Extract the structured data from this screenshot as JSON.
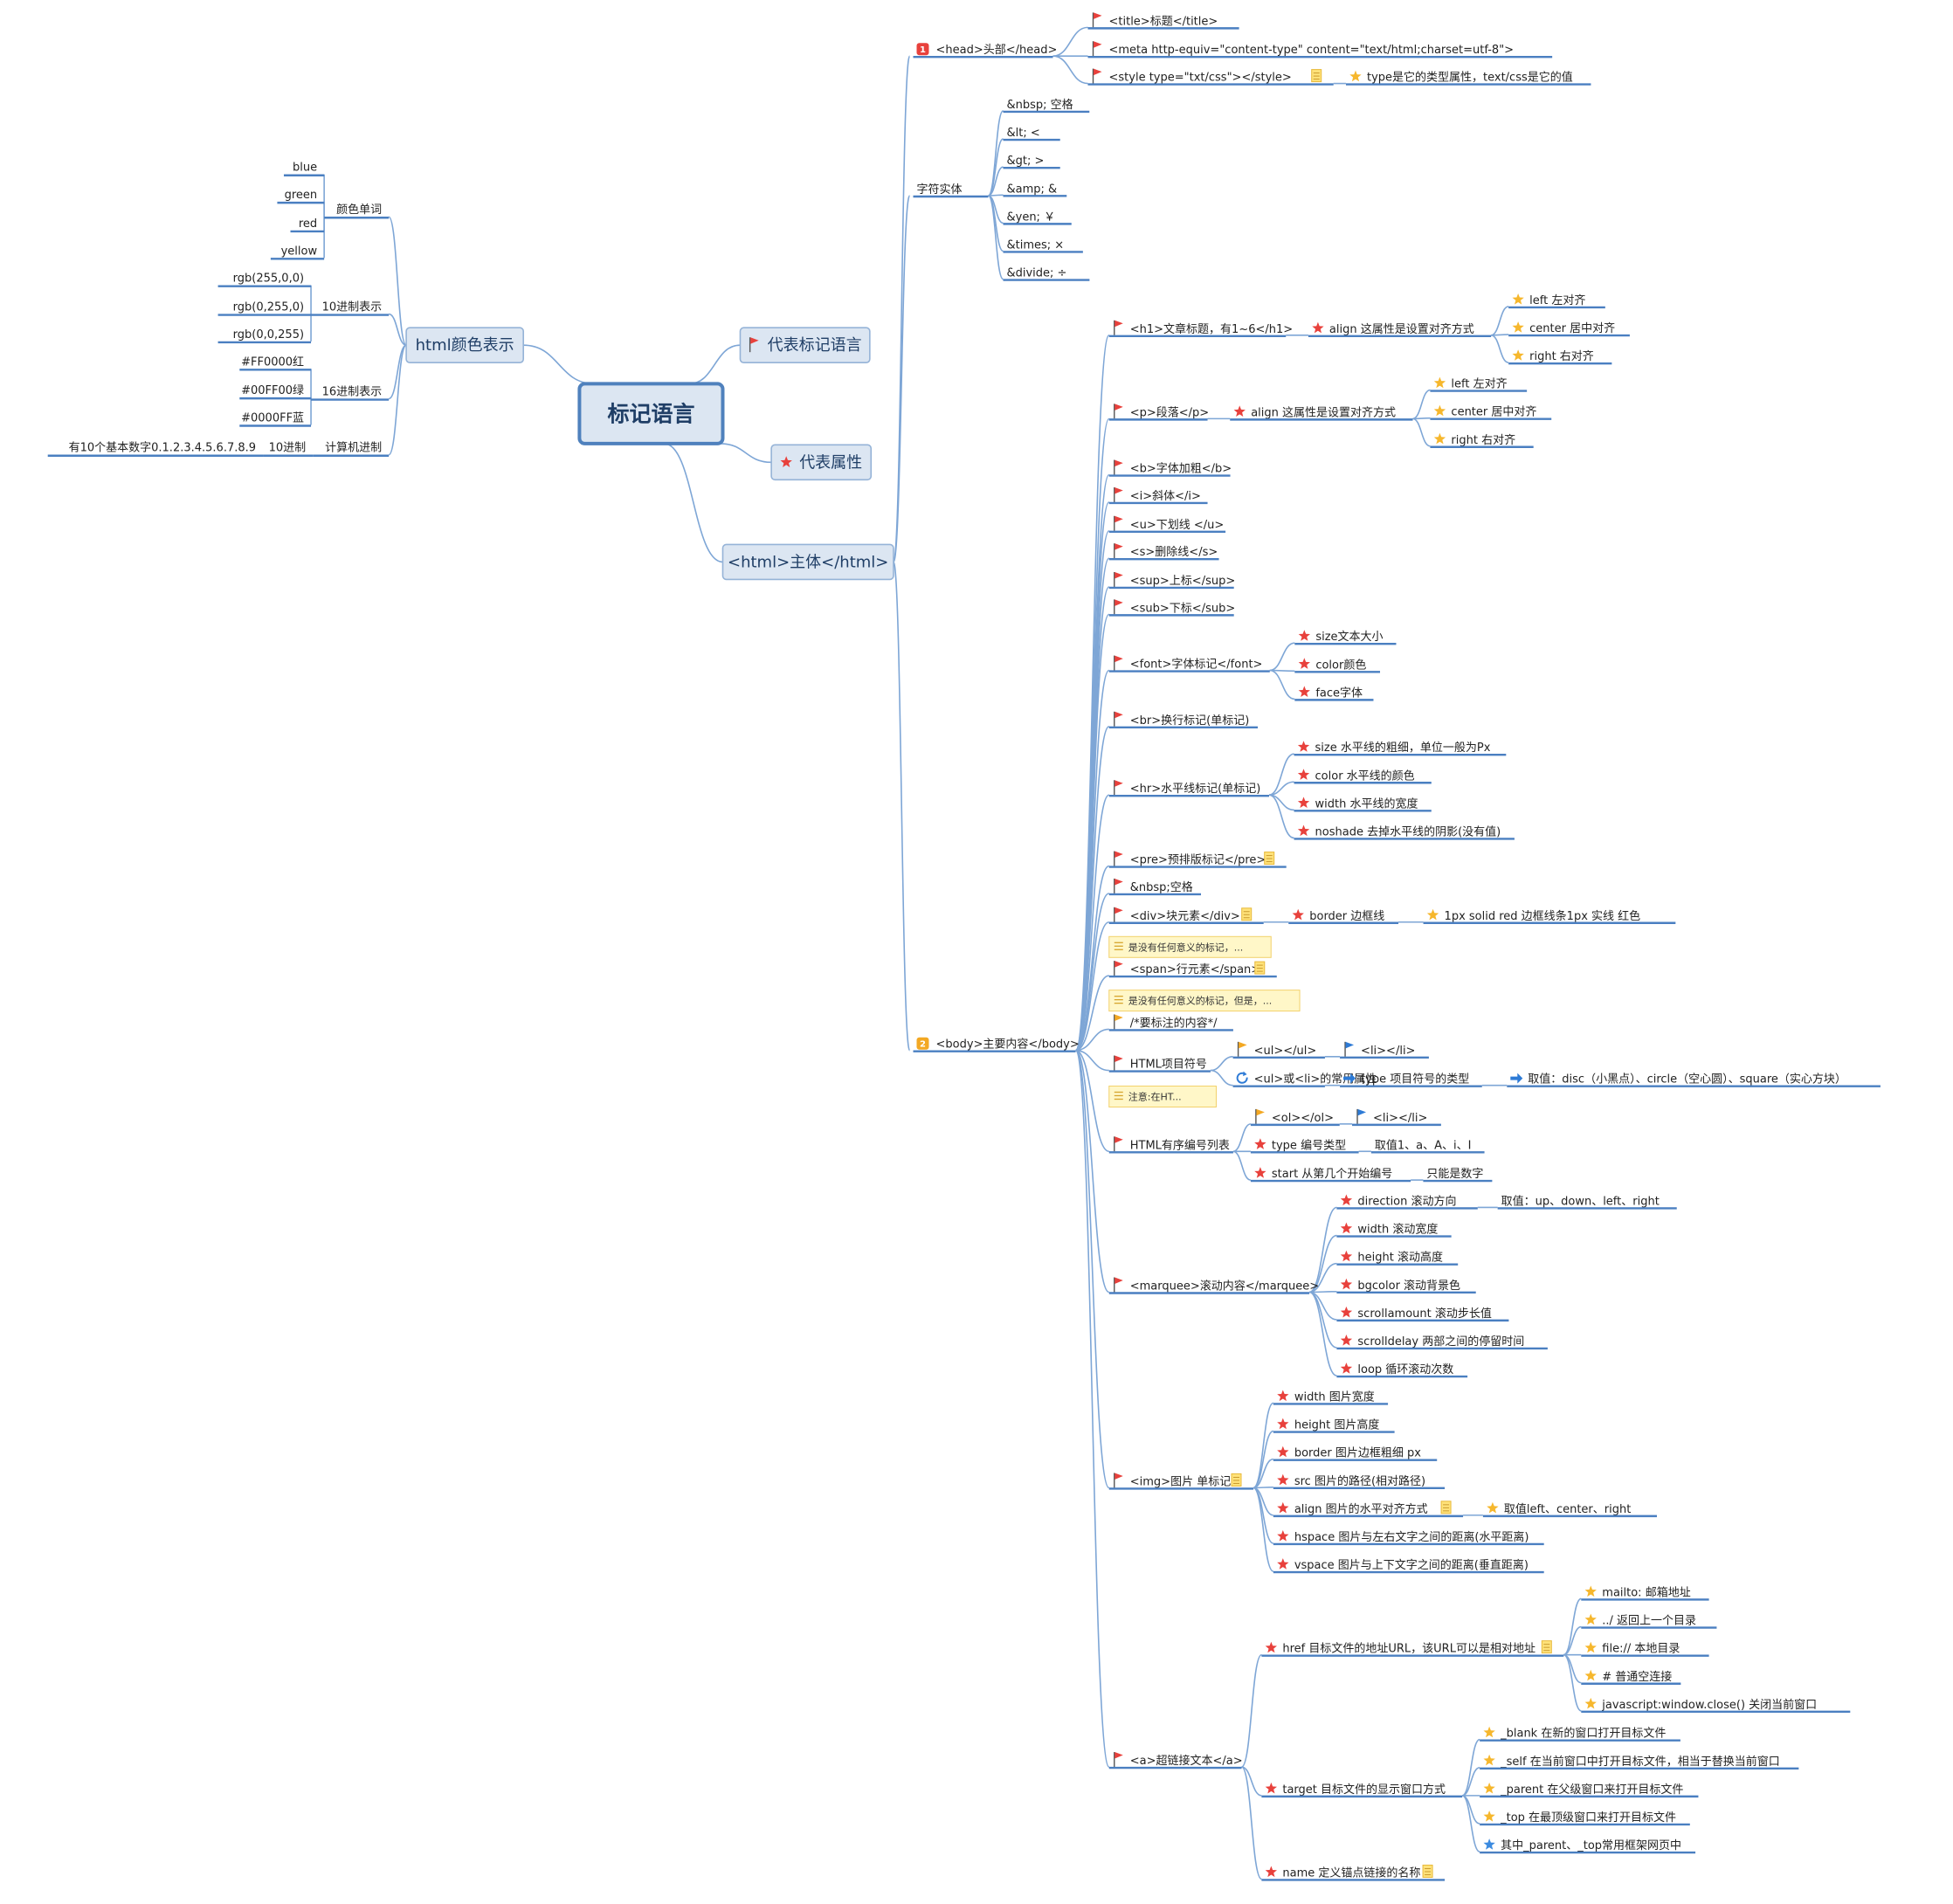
{
  "colors": {
    "line": "#7EA6D6",
    "underline": "#4A7FC1",
    "root_fill": "#DCE6F2",
    "root_border": "#4F81BD",
    "l1_fill": "#DCE6F2",
    "l1_border": "#95B3D7",
    "flag_red": "#E8413C",
    "flag_orange": "#F3A823",
    "flag_blue": "#2E7BD6",
    "star_red": "#E8413C",
    "star_orange": "#F6B72D",
    "star_blue": "#3C8BE0",
    "arrow_blue": "#2E7BD6",
    "note_fill": "#FFF7C8",
    "note_border": "#F2D16B",
    "badge1": "#E8413C",
    "badge2": "#F3A823"
  },
  "root": {
    "label": "标记语言"
  },
  "main_topics": [
    {
      "id": "t-flag",
      "label": "代表标记语言",
      "marker": "flag-red"
    },
    {
      "id": "t-star",
      "label": "代表属性",
      "marker": "star-red"
    },
    {
      "id": "t-html",
      "label": "<html>主体</html>"
    },
    {
      "id": "t-color",
      "label": "html颜色表示"
    }
  ],
  "color_branch": [
    {
      "label": "颜色单词",
      "children": [
        "blue",
        "green",
        "red",
        "yellow"
      ]
    },
    {
      "label": "10进制表示",
      "children": [
        "rgb(255,0,0)",
        "rgb(0,255,0)",
        "rgb(0,0,255)"
      ]
    },
    {
      "label": "16进制表示",
      "children": [
        "#FF0000红",
        "#00FF00绿",
        "#0000FF蓝"
      ]
    },
    {
      "label": "计算机进制",
      "children": [
        "10进制"
      ],
      "grandchild": "有10个基本数字0.1.2.3.4.5.6.7.8.9"
    }
  ],
  "head": {
    "badge": "1",
    "label": "<head>头部</head>",
    "children": [
      {
        "label": "<title>标题</title>",
        "marker": "flag-red"
      },
      {
        "label": "<meta http-equiv=\"content-type\" content=\"text/html;charset=utf-8\">",
        "marker": "flag-red"
      },
      {
        "label": "<style type=\"txt/css\"></style>",
        "marker": "flag-red",
        "note_icon": true,
        "child": {
          "label": "type是它的类型属性，text/css是它的值",
          "marker": "star-orange"
        }
      }
    ]
  },
  "entities": {
    "label": "字符实体",
    "children": [
      "&nbsp; 空格",
      "&lt; <",
      "&gt; >",
      "&amp; &",
      "&yen; ￥",
      "&times; ×",
      "&divide; ÷"
    ]
  },
  "body": {
    "badge": "2",
    "label": "<body>主要内容</body>",
    "children": [
      {
        "label": "<h1>文章标题，有1~6</h1>",
        "marker": "flag-red",
        "attr": "align 这属性是设置对齐方式",
        "values": [
          "left 左对齐",
          "center 居中对齐",
          "right 右对齐"
        ]
      },
      {
        "label": "<p>段落</p>",
        "marker": "flag-red",
        "attr": "align 这属性是设置对齐方式",
        "values": [
          "left 左对齐",
          "center 居中对齐",
          "right 右对齐"
        ]
      },
      {
        "label": "<b>字体加粗</b>",
        "marker": "flag-red"
      },
      {
        "label": "<i>斜体</i>",
        "marker": "flag-red"
      },
      {
        "label": "<u>下划线 </u>",
        "marker": "flag-red"
      },
      {
        "label": "<s>删除线</s>",
        "marker": "flag-red"
      },
      {
        "label": "<sup>上标</sup>",
        "marker": "flag-red"
      },
      {
        "label": "<sub>下标</sub>",
        "marker": "flag-red"
      },
      {
        "label": "<font>字体标记</font>",
        "marker": "flag-red",
        "children": [
          "size文本大小",
          "color颜色",
          "face字体"
        ]
      },
      {
        "label": "<br>换行标记(单标记)",
        "marker": "flag-red"
      },
      {
        "label": "<hr>水平线标记(单标记)",
        "marker": "flag-red",
        "children": [
          "size 水平线的粗细，单位一般为Px",
          "color 水平线的颜色",
          "width 水平线的宽度",
          "noshade 去掉水平线的阴影(没有值)"
        ]
      },
      {
        "label": "<pre>预排版标记</pre>",
        "marker": "flag-red",
        "note_icon": true
      },
      {
        "label": "&nbsp;空格",
        "marker": "flag-red"
      },
      {
        "label": "<div>块元素</div>",
        "marker": "flag-red",
        "note_icon": true,
        "note": "是没有任何意义的标记，...",
        "attr": "border 边框线",
        "value": "1px solid red  边框线条1px 实线 红色"
      },
      {
        "label": "<span>行元素</span>",
        "marker": "flag-red",
        "note_icon": true,
        "note": "是没有任何意义的标记，但是，..."
      },
      {
        "label": "/*要标注的内容*/",
        "marker": "flag-orange"
      },
      {
        "label": "HTML项目符号",
        "marker": "flag-red",
        "note": "注意:在HT...",
        "rows": [
          {
            "a": "<ul></ul>",
            "a_marker": "flag-orange",
            "b": "<li></li>",
            "b_marker": "flag-blue"
          },
          {
            "a": "<ul>或<li>的常用属性",
            "a_marker": "refresh",
            "b": "type 项目符号的类型",
            "b_marker": "arrow",
            "c": "取值：disc（小黑点）、circle（空心圆）、square（实心方块）",
            "c_marker": "arrow"
          }
        ]
      },
      {
        "label": "HTML有序编号列表",
        "marker": "flag-red",
        "rows": [
          {
            "a": "<ol></ol>",
            "a_marker": "flag-orange",
            "b": "<li></li>",
            "b_marker": "flag-blue"
          },
          {
            "a": "type 编号类型",
            "a_marker": "star-red",
            "b": "取值1、a、A、i、I"
          },
          {
            "a": "start 从第几个开始编号",
            "a_marker": "star-red",
            "b": "只能是数字"
          }
        ]
      },
      {
        "label": "<marquee>滚动内容</marquee>",
        "marker": "flag-red",
        "children": [
          "direction 滚动方向",
          "width 滚动宽度",
          "height 滚动高度",
          "bgcolor 滚动背景色",
          "scrollamount 滚动步长值",
          "scrolldelay 两部之间的停留时间",
          "loop 循环滚动次数"
        ],
        "extra": "取值：up、down、left、right"
      },
      {
        "label": "<img>图片 单标记",
        "marker": "flag-red",
        "note_icon": true,
        "children": [
          "width 图片宽度",
          "height 图片高度",
          "border 图片边框粗细 px",
          "src 图片的路径(相对路径)",
          "align 图片的水平对齐方式",
          "hspace 图片与左右文字之间的距离(水平距离)",
          "vspace 图片与上下文字之间的距离(垂直距离)"
        ],
        "extra": "取值left、center、right"
      },
      {
        "label": "<a>超链接文本</a>",
        "marker": "flag-red",
        "groups": [
          {
            "label": "href 目标文件的地址URL，该URL可以是相对地址",
            "note_icon": true,
            "children": [
              "mailto: 邮箱地址",
              "../ 返回上一个目录",
              "file:// 本地目录",
              "# 普通空连接",
              "javascript:window.close() 关闭当前窗口"
            ]
          },
          {
            "label": "target 目标文件的显示窗口方式",
            "children": [
              "_blank 在新的窗口打开目标文件",
              "_self 在当前窗口中打开目标文件，相当于替换当前窗口",
              "_parent 在父级窗口来打开目标文件",
              "_top 在最顶级窗口来打开目标文件",
              "其中_parent、_top常用框架网页中"
            ]
          },
          {
            "label": "name 定义锚点链接的名称",
            "note_icon": true
          }
        ]
      }
    ]
  }
}
